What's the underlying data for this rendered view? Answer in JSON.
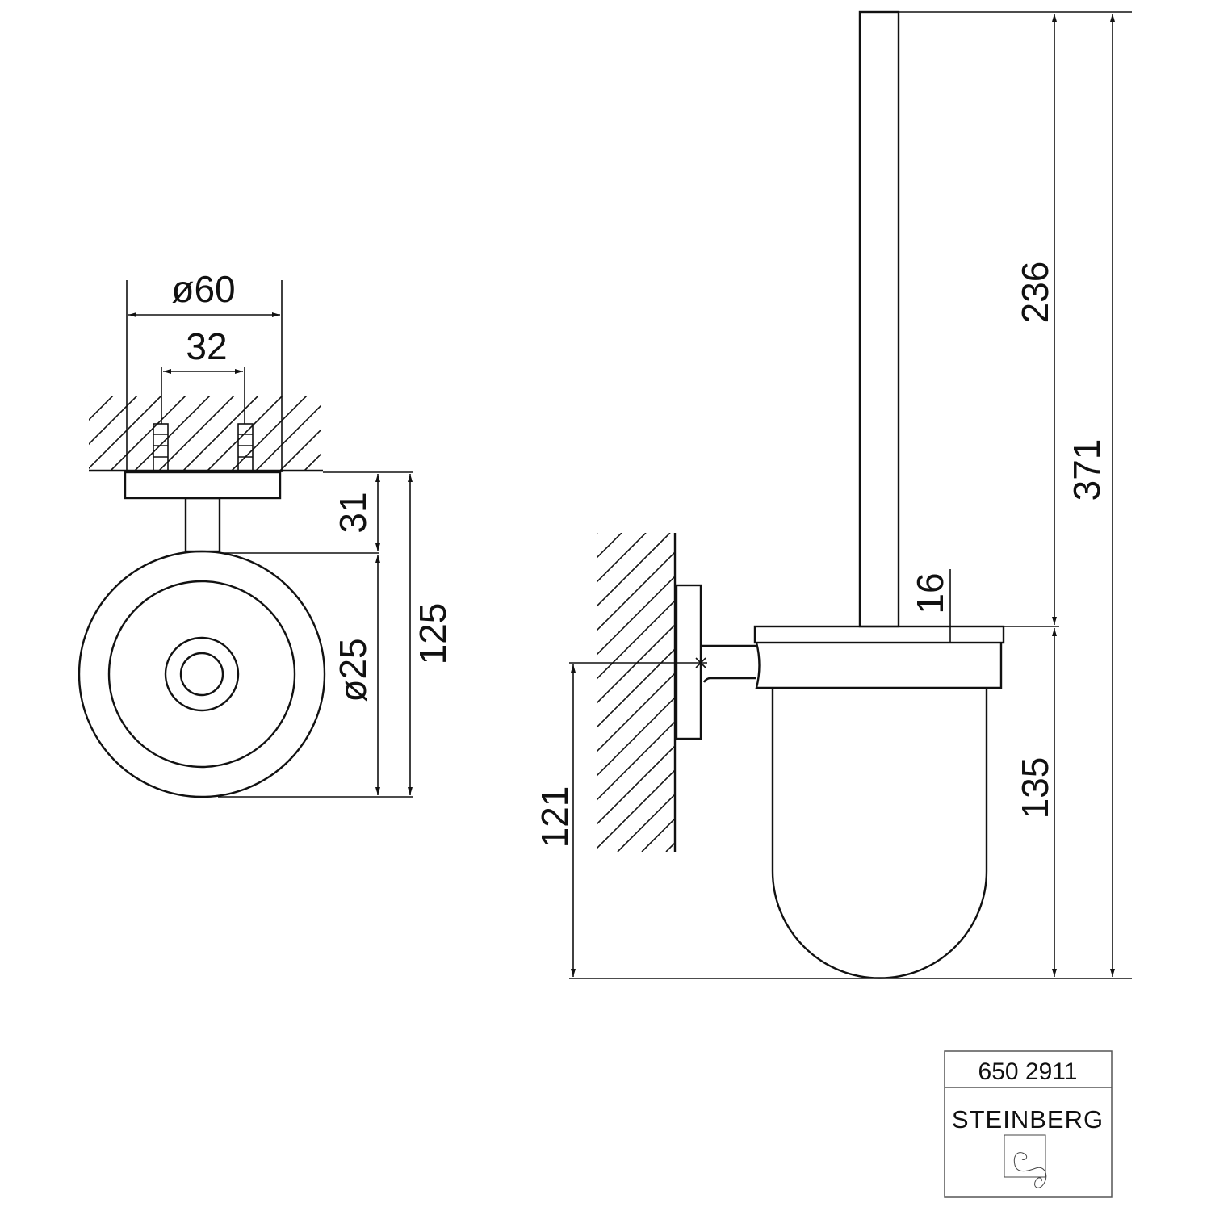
{
  "drawing": {
    "front_view": {
      "dimensions": {
        "outer_diameter": "ø60",
        "hole_spacing": "32",
        "stem_length": "31",
        "cup_diameter": "ø25",
        "total_height": "125"
      }
    },
    "side_view": {
      "dimensions": {
        "handle_length": "236",
        "overall_height": "371",
        "cap_height": "16",
        "cup_height": "135",
        "mount_height": "121"
      }
    },
    "title_block": {
      "article_number": "650 2911",
      "brand": "STEINBERG"
    }
  }
}
